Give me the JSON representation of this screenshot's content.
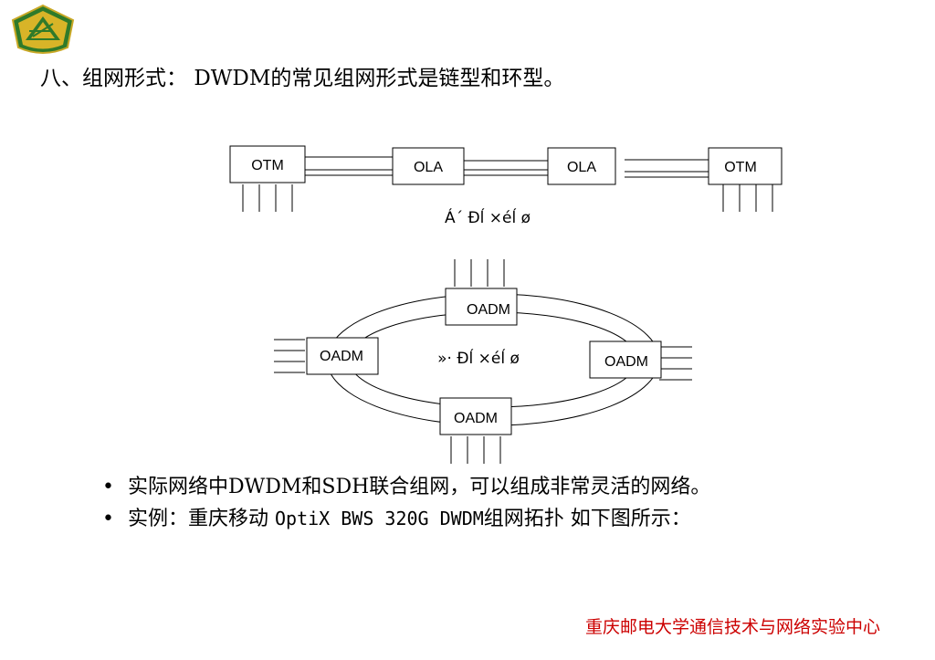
{
  "heading": {
    "prefix": "八、组网形式：",
    "text": "DWDM的常见组网形式是链型和环型。"
  },
  "chain": {
    "nodes": [
      "OTM",
      "OLA",
      "OLA",
      "OTM"
    ],
    "caption": "Á´ Ðĺ ×éĺ ø"
  },
  "ring": {
    "nodes": [
      "OADM",
      "OADM",
      "OADM",
      "OADM"
    ],
    "caption": "»· Ðĺ ×éĺ ø"
  },
  "bullets": [
    {
      "marker": "•",
      "text": "实际网络中DWDM和SDH联合组网，可以组成非常灵活的网络。"
    },
    {
      "marker": "•",
      "part1": "实例：重庆移动 ",
      "part2": "OptiX  BWS 320G DWDM",
      "part3": "组网拓扑  如下图所示："
    }
  ],
  "footer": "重庆邮电大学通信技术与网络实验中心",
  "colors": {
    "footer": "#cc0000",
    "logo_green": "#2f7a2a",
    "logo_gold": "#d8b428"
  }
}
